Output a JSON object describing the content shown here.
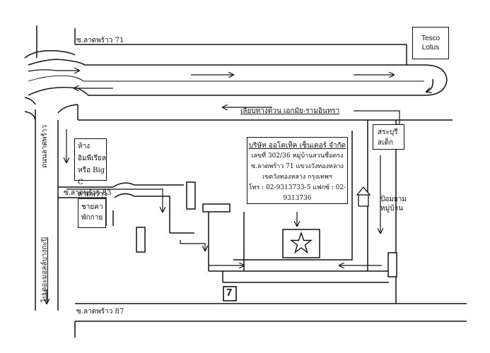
{
  "roads": {
    "soi_71": "ซ.ลาดพร้าว 71",
    "soi_83": "ซ.ลาดพร้าว 83",
    "soi_87": "ซ.ลาดพร้าว 87",
    "expressway": "เลียบทางด่วน เอกมัย-รามอินทรา",
    "lat_phrao_road": "ถนนลาดพร้าว",
    "to_bang_kapi": "ไปเดอะมอลล์บางกะปิ"
  },
  "landmarks": {
    "tesco": [
      "Tesco",
      "Lotus"
    ],
    "big_c": [
      "ห้างอิมพีเรียล",
      "หรือ Big C",
      "ลาดพร้าว"
    ],
    "shophouse": [
      "ชายคา",
      "พักกาย"
    ],
    "saraburi": [
      "สระบุรี",
      "สเต็ก"
    ],
    "village_guard": [
      "ป้อมยาม",
      "หมู่บ้าน"
    ],
    "seven_eleven": "7"
  },
  "company": {
    "name": "บริษัท ออโตเท็ค เซ็นเตอร์ จำกัด",
    "lines": [
      "เลขที่ 302/36 หมู่บ้านสวนชื่อตรง",
      "ซ.ลาดพร้าว 71  แขวงวังทองหลาง",
      "เขตวังทองหลาง  กรุงเทพฯ",
      "โทร : 02-9313733-5 แฟกซ์ : 02-9313736"
    ]
  },
  "destination_icon": "star-icon",
  "colors": {
    "line": "#111111",
    "background": "#ffffff"
  }
}
